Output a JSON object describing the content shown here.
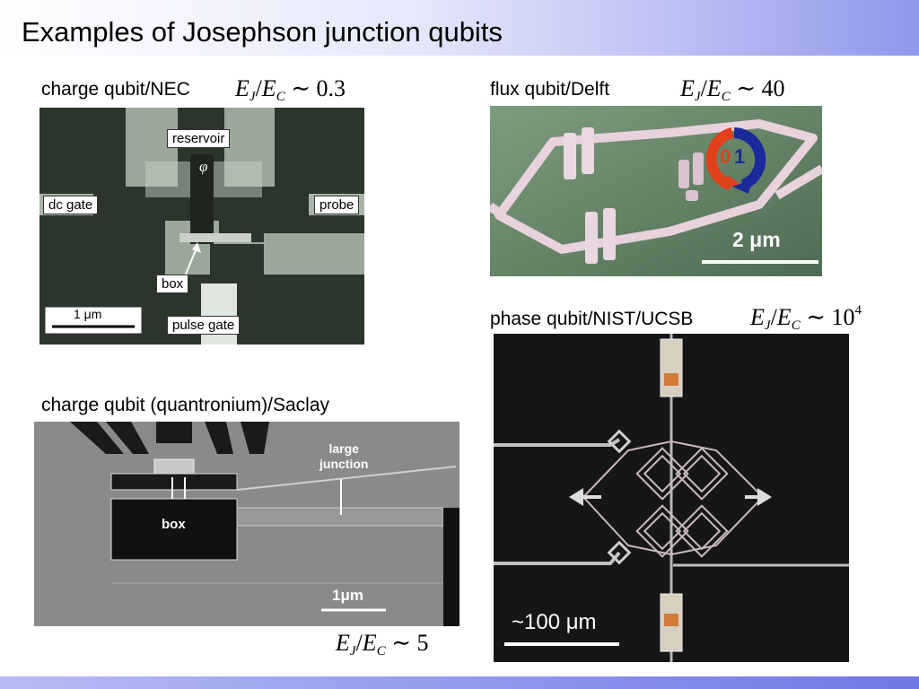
{
  "slide": {
    "title": "Examples of Josephson junction qubits"
  },
  "panels": {
    "nec": {
      "caption": "charge qubit/NEC",
      "ratio_value": "0.3",
      "labels": {
        "reservoir": "reservoir",
        "phi": "φ",
        "dc_gate": "dc gate",
        "probe": "probe",
        "box": "box",
        "scale": "1 μm",
        "pulse_gate": "pulse gate"
      }
    },
    "delft": {
      "caption": "flux qubit/Delft",
      "ratio_value": "40",
      "labels": {
        "state0": "0",
        "state1": "1",
        "scale": "2 μm"
      }
    },
    "saclay": {
      "caption": "charge qubit (quantronium)/Saclay",
      "ratio_value": "5",
      "labels": {
        "large_junction_line1": "large",
        "large_junction_line2": "junction",
        "box": "box",
        "scale": "1μm"
      }
    },
    "nist": {
      "caption": "phase qubit/NIST/UCSB",
      "ratio_value": "10",
      "ratio_exponent": "4",
      "labels": {
        "scale": "~100 μm"
      }
    }
  },
  "math_symbols": {
    "ej": "E",
    "ej_sub": "J",
    "slash": "/",
    "ec": "E",
    "ec_sub": "C",
    "sim": "∼"
  },
  "colors": {
    "title_gradient_end": "#8f97eb",
    "bottom_bar": "#6f78e4",
    "nec_photo": "#9aa89a",
    "delft_photo": "#6a8a6a",
    "saclay_photo": "#8a8a8a",
    "nist_photo": "#161616",
    "state0_arrow": "#e0401a",
    "state1_arrow": "#1a2a9a"
  }
}
